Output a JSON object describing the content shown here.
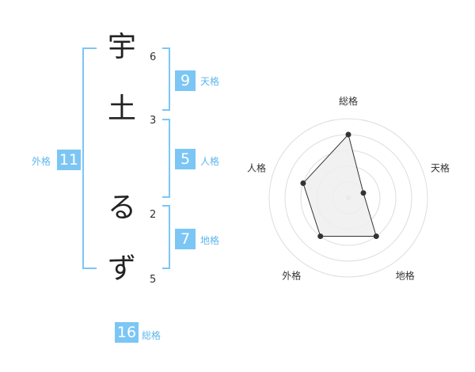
{
  "name_chars": [
    {
      "char": "宇",
      "strokes": "6"
    },
    {
      "char": "土",
      "strokes": "3"
    },
    {
      "char": "る",
      "strokes": "2"
    },
    {
      "char": "ず",
      "strokes": "5"
    }
  ],
  "fortunes": {
    "tenkaku": {
      "label": "天格",
      "value": "9"
    },
    "jinkaku": {
      "label": "人格",
      "value": "5"
    },
    "chikaku": {
      "label": "地格",
      "value": "7"
    },
    "gaikaku": {
      "label": "外格",
      "value": "11"
    },
    "soukaku": {
      "label": "総格",
      "value": "16"
    }
  },
  "chart_data": {
    "type": "radar",
    "axes": [
      "総格",
      "天格",
      "地格",
      "外格",
      "人格"
    ],
    "values": [
      4,
      1,
      3,
      3,
      3
    ],
    "rmax": 5,
    "rings": 5,
    "colors": {
      "fill": "#eeeeee",
      "ring": "#dddddd",
      "line": "#333333",
      "point": "#333333",
      "center": "#cccccc"
    }
  }
}
